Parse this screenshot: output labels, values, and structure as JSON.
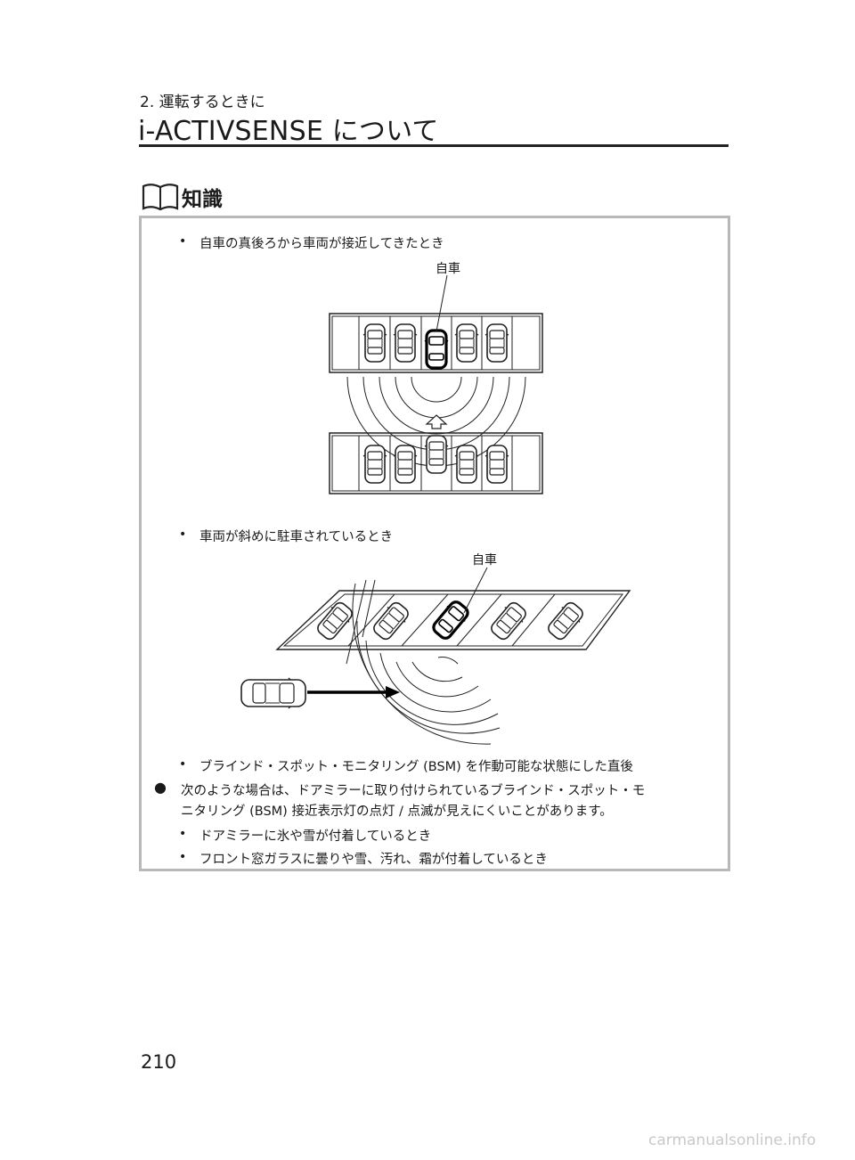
{
  "header": {
    "section": "2. 運転するときに",
    "title": "i-ACTIVSENSE について"
  },
  "note": {
    "title": "知識",
    "icon": "book-icon",
    "item1": "自車の真後ろから車両が接近してきたとき",
    "label1": "自車",
    "item2": "車両が斜めに駐車されているとき",
    "label2": "自車",
    "item3": "ブラインド・スポット・モニタリング (BSM) を作動可能な状態にした直後",
    "main_line1": "次のような場合は、ドアミラーに取り付けられているブラインド・スポット・モ",
    "main_line2": "ニタリング (BSM) 接近表示灯の点灯 / 点滅が見えにくいことがあります。",
    "sub1": "ドアミラーに氷や雪が付着しているとき",
    "sub2": "フロント窓ガラスに曇りや雪、汚れ、霜が付着しているとき"
  },
  "footer": {
    "page_number": "210",
    "watermark": "carmanualsonline.info"
  }
}
